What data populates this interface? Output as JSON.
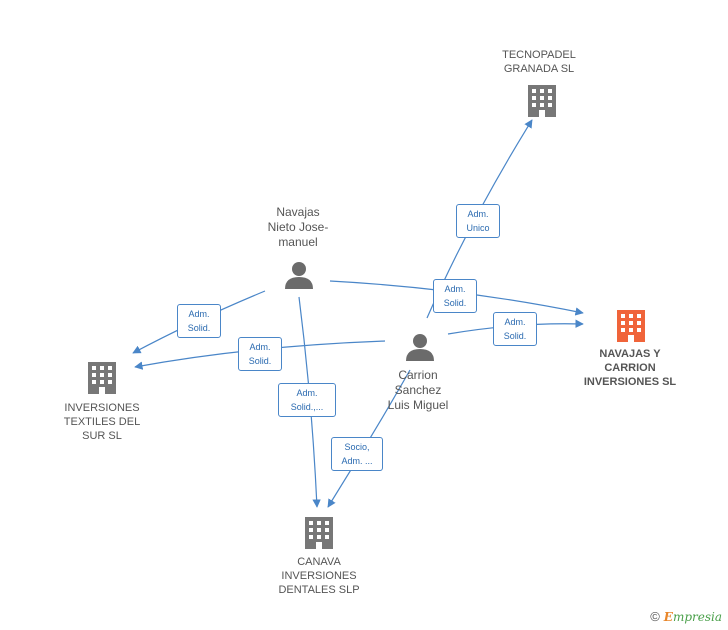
{
  "colors": {
    "edge": "#4a86c8",
    "company": "#777777",
    "company_main": "#f0643a",
    "person": "#6b6b6b"
  },
  "nodes": {
    "tecnopadel": {
      "type": "company",
      "label": [
        "TECNOPADEL",
        "GRANADA SL"
      ]
    },
    "navajas_carrion": {
      "type": "company",
      "label": [
        "NAVAJAS Y",
        "CARRION",
        "INVERSIONES SL"
      ]
    },
    "inversiones_textiles": {
      "type": "company",
      "label": [
        "INVERSIONES",
        "TEXTILES DEL",
        "SUR SL"
      ]
    },
    "canava": {
      "type": "company",
      "label": [
        "CANAVA",
        "INVERSIONES",
        "DENTALES SLP"
      ]
    },
    "navajas_nieto": {
      "type": "person",
      "label": [
        "Navajas",
        "Nieto Jose-",
        "manuel"
      ]
    },
    "carrion_sanchez": {
      "type": "person",
      "label": [
        "Carrion",
        "Sanchez",
        "Luis Miguel"
      ]
    }
  },
  "edges": {
    "e1": {
      "label": [
        "Adm.",
        "Unico"
      ]
    },
    "e2": {
      "label": [
        "Adm.",
        "Solid."
      ]
    },
    "e3": {
      "label": [
        "Adm.",
        "Solid."
      ]
    },
    "e4": {
      "label": [
        "Adm.",
        "Solid."
      ]
    },
    "e5": {
      "label": [
        "Adm.",
        "Solid."
      ]
    },
    "e6": {
      "label": [
        "Adm.",
        "Solid.,..."
      ]
    },
    "e7": {
      "label": [
        "Socio,",
        "Adm. ..."
      ]
    }
  },
  "brand": {
    "copyright": "©",
    "e": "E",
    "rest": "mpresia"
  }
}
